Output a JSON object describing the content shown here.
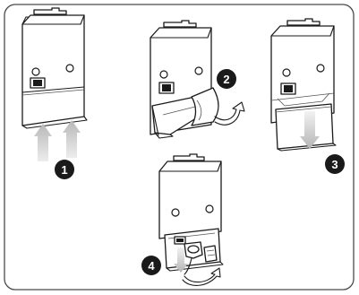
{
  "steps": [
    {
      "label": "1"
    },
    {
      "label": "2"
    },
    {
      "label": "3"
    },
    {
      "label": "4"
    }
  ],
  "colors": {
    "ink": "#1a1a1a",
    "arrow_fill": "#c9c9c9",
    "frame": "#4a4a4a",
    "background": "#ffffff"
  }
}
